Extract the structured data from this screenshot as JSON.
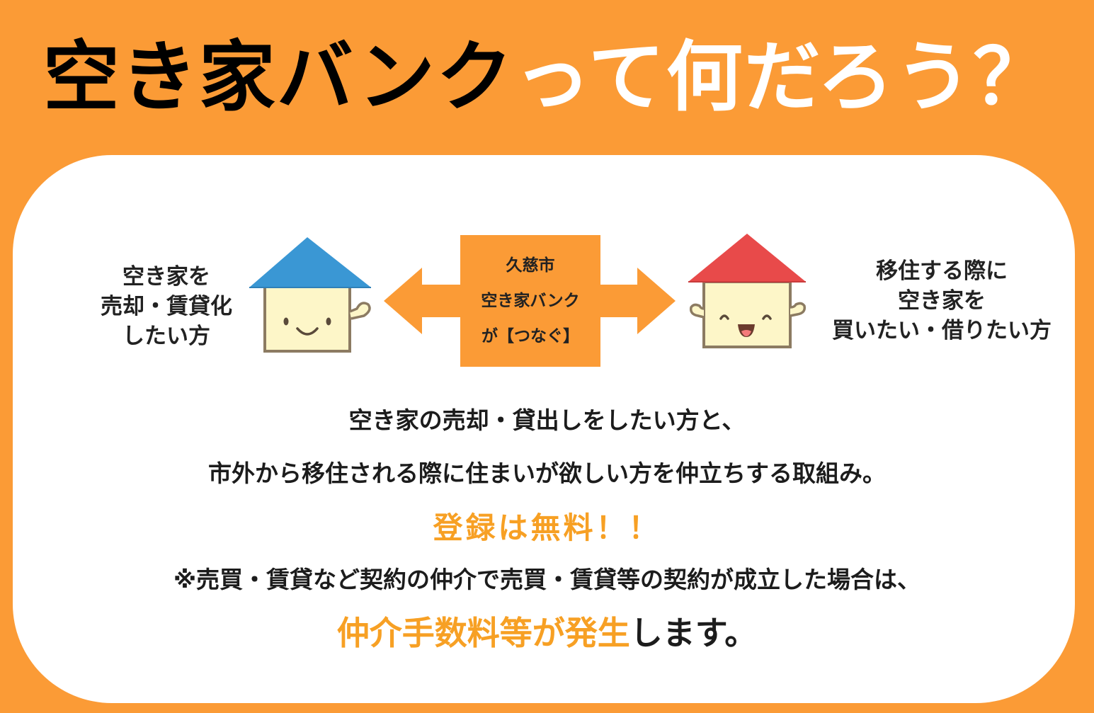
{
  "title": {
    "main": "空き家バンク",
    "sub": "って何だろう？"
  },
  "owner": {
    "lines": [
      "空き家を",
      "売却・賃貸化",
      "したい方"
    ]
  },
  "center": {
    "lines": [
      "久慈市",
      "空き家バンク",
      "が【つなぐ】"
    ]
  },
  "seeker": {
    "lines": [
      "移住する際に",
      "空き家を",
      "買いたい・借りたい方"
    ]
  },
  "description": {
    "line1": "空き家の売却・貸出しをしたい方と、",
    "line2": "市外から移住される際に住まいが欲しい方を仲立ちする取組み。",
    "free": "登録は無料！！",
    "note": "※売買・賃貸など契約の仲介で売買・賃貸等の契約が成立した場合は、",
    "fee_highlight": "仲介手数料等が発生",
    "fee_tail": "します。"
  },
  "colors": {
    "background": "#fb9b36",
    "panel": "#ffffff",
    "accent_text": "#f7a024",
    "roof_left": "#3a97d4",
    "roof_right": "#e84a4a",
    "house_body": "#fdf6c8",
    "house_outline": "#8c7b62"
  },
  "icons": [
    "blue-roof-house-icon",
    "red-roof-house-icon",
    "double-arrow-icon"
  ]
}
